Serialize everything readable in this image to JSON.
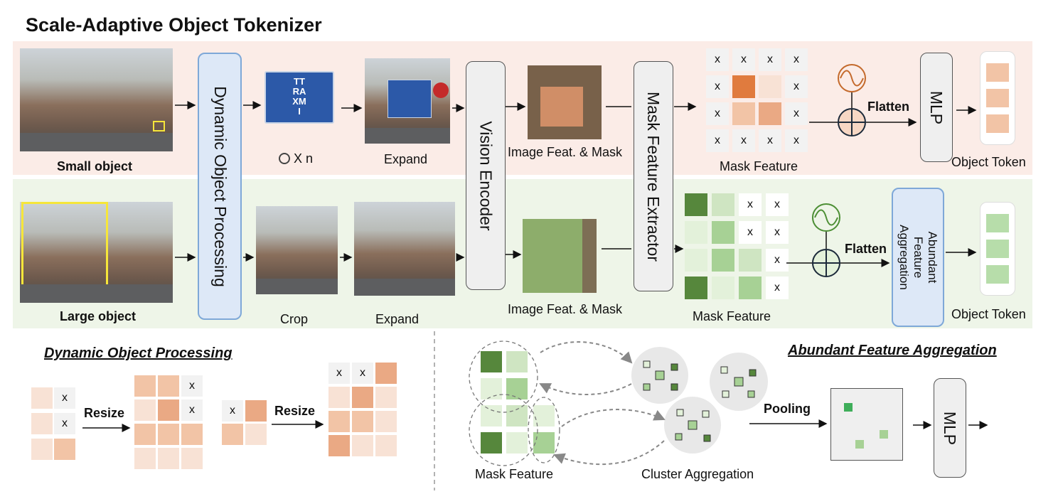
{
  "title": "Scale-Adaptive Object Tokenizer",
  "top_row": {
    "object_label": "Small object",
    "zoom_label": "X n",
    "expand_label": "Expand",
    "feat_label": "Image Feat. & Mask",
    "mask_feature_label": "Mask Feature",
    "flatten_label": "Flatten",
    "mlp_label": "MLP",
    "token_label": "Object Token"
  },
  "mid_row": {
    "object_label": "Large object",
    "crop_label": "Crop",
    "expand_label": "Expand",
    "feat_label": "Image Feat. & Mask",
    "mask_feature_label": "Mask Feature",
    "flatten_label": "Flatten",
    "aggregation_label": "Abundant Feature Aggregation",
    "token_label": "Object Token"
  },
  "modules": {
    "dynamic_processing": "Dynamic Object Processing",
    "vision_encoder": "Vision Encoder",
    "mask_extractor": "Mask Feature Extractor"
  },
  "sign_text": [
    "TT",
    "RA",
    "XM",
    "I"
  ],
  "mask_symbol": "x",
  "bottom_left": {
    "heading": "Dynamic Object Processing",
    "resize_1": "Resize",
    "resize_2": "Resize"
  },
  "bottom_right": {
    "heading": "Abundant Feature Aggregation",
    "mask_feature_label": "Mask Feature",
    "cluster_label": "Cluster Aggregation",
    "pooling_label": "Pooling",
    "mlp_label": "MLP"
  },
  "colors": {
    "orange_dark": "#e07b3e",
    "orange_mid": "#f2c4a6",
    "green_dark": "#56873c",
    "green_mid": "#a7d195",
    "blue_box": "#dde8f7",
    "highlight": "#f6e63a"
  }
}
